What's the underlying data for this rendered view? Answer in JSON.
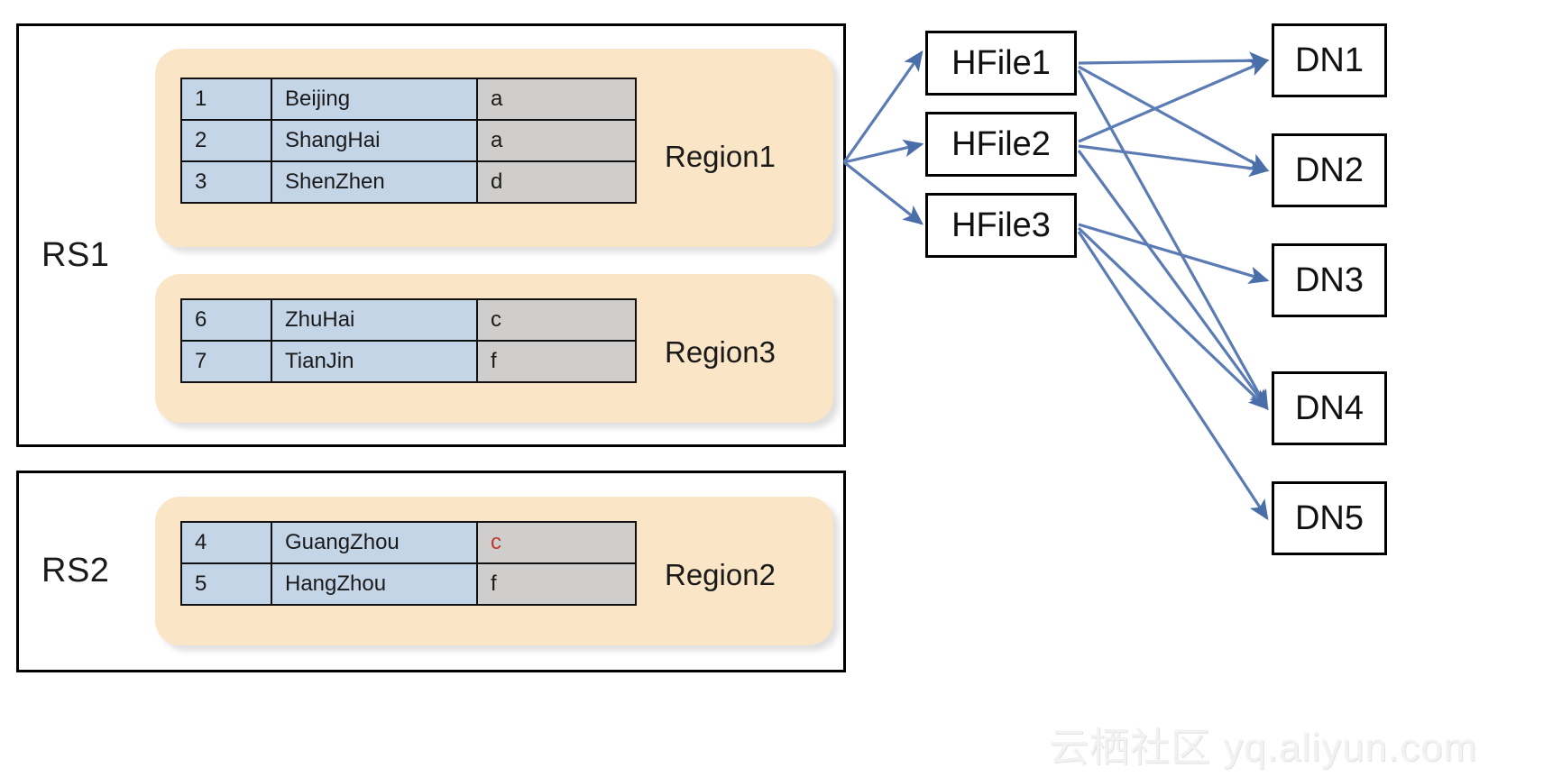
{
  "colors": {
    "region_panel": "#fae5c6",
    "cell_id_bg": "#c4d5e8",
    "cell_city_bg": "#c4d5e8",
    "cell_tag_bg": "#d0cecc",
    "arrow": "#5b7bb4",
    "border": "#000000",
    "highlight_text": "#c0392b",
    "watermark": "#f2f2f2"
  },
  "regionservers": [
    {
      "id": "rs1",
      "label": "RS1"
    },
    {
      "id": "rs2",
      "label": "RS2"
    }
  ],
  "regions": [
    {
      "id": "region1",
      "name": "Region1",
      "parent": "rs1",
      "rows": [
        {
          "id": "1",
          "city": "Beijing",
          "tag": "a",
          "tag_highlight": false
        },
        {
          "id": "2",
          "city": "ShangHai",
          "tag": "a",
          "tag_highlight": false
        },
        {
          "id": "3",
          "city": "ShenZhen",
          "tag": "d",
          "tag_highlight": false
        }
      ]
    },
    {
      "id": "region3",
      "name": "Region3",
      "parent": "rs1",
      "rows": [
        {
          "id": "6",
          "city": "ZhuHai",
          "tag": "c",
          "tag_highlight": false
        },
        {
          "id": "7",
          "city": "TianJin",
          "tag": "f",
          "tag_highlight": false
        }
      ]
    },
    {
      "id": "region2",
      "name": "Region2",
      "parent": "rs2",
      "rows": [
        {
          "id": "4",
          "city": "GuangZhou",
          "tag": "c",
          "tag_highlight": true
        },
        {
          "id": "5",
          "city": "HangZhou",
          "tag": "f",
          "tag_highlight": false
        }
      ]
    }
  ],
  "hfiles": [
    {
      "id": "hfile1",
      "label": "HFile1"
    },
    {
      "id": "hfile2",
      "label": "HFile2"
    },
    {
      "id": "hfile3",
      "label": "HFile3"
    }
  ],
  "datanodes": [
    {
      "id": "dn1",
      "label": "DN1"
    },
    {
      "id": "dn2",
      "label": "DN2"
    },
    {
      "id": "dn3",
      "label": "DN3"
    },
    {
      "id": "dn4",
      "label": "DN4"
    },
    {
      "id": "dn5",
      "label": "DN5"
    }
  ],
  "connections": [
    {
      "from": "region1",
      "to": "hfile1"
    },
    {
      "from": "region1",
      "to": "hfile2"
    },
    {
      "from": "region1",
      "to": "hfile3"
    },
    {
      "from": "hfile1",
      "to": "dn1"
    },
    {
      "from": "hfile1",
      "to": "dn2"
    },
    {
      "from": "hfile1",
      "to": "dn4"
    },
    {
      "from": "hfile2",
      "to": "dn1"
    },
    {
      "from": "hfile2",
      "to": "dn2"
    },
    {
      "from": "hfile2",
      "to": "dn4"
    },
    {
      "from": "hfile3",
      "to": "dn3"
    },
    {
      "from": "hfile3",
      "to": "dn4"
    },
    {
      "from": "hfile3",
      "to": "dn5"
    }
  ],
  "watermark": {
    "text": "云栖社区 yq.aliyun.com"
  }
}
